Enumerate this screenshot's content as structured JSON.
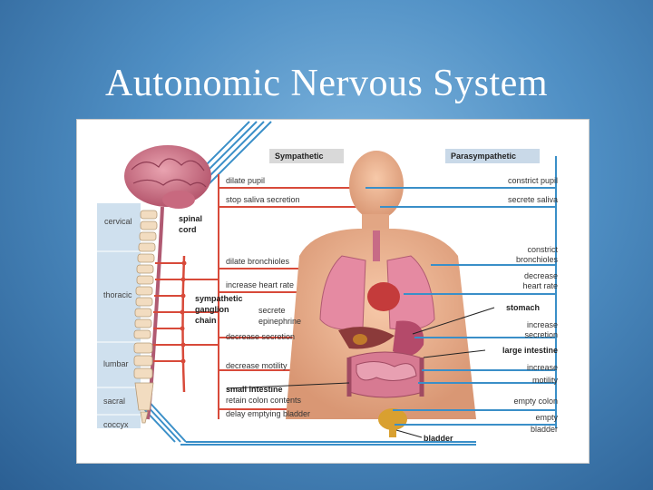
{
  "slide": {
    "title": "Autonomic Nervous System"
  },
  "diagram": {
    "sympathetic_header": "Sympathetic",
    "parasympathetic_header": "Parasympathetic",
    "sympathetic_effects": [
      "dilate pupil",
      "stop saliva secretion",
      "dilate bronchioles",
      "increase heart rate",
      "secrete",
      "epinephrine",
      "decrease secretion",
      "decrease motility",
      "small intestine",
      "retain colon contents",
      "delay emptying bladder"
    ],
    "parasympathetic_effects": [
      "constrict pupil",
      "secrete saliva",
      "constrict",
      "bronchioles",
      "decrease",
      "heart rate",
      "stomach",
      "increase",
      "secretion",
      "large intestine",
      "increase",
      "motility",
      "empty colon",
      "empty",
      "bladder"
    ],
    "spine_regions": [
      "cervical",
      "thoracic",
      "lumbar",
      "sacral",
      "coccyx"
    ],
    "labels": {
      "spinal_cord_1": "spinal",
      "spinal_cord_2": "cord",
      "ganglion_1": "sympathetic",
      "ganglion_2": "ganglion",
      "ganglion_3": "chain",
      "bladder": "bladder"
    },
    "colors": {
      "sympathetic": "#d84a3a",
      "parasympathetic": "#3a8fc8",
      "header_bg_sym": "#d9d9d9",
      "header_bg_para": "#c9d9e8"
    }
  }
}
